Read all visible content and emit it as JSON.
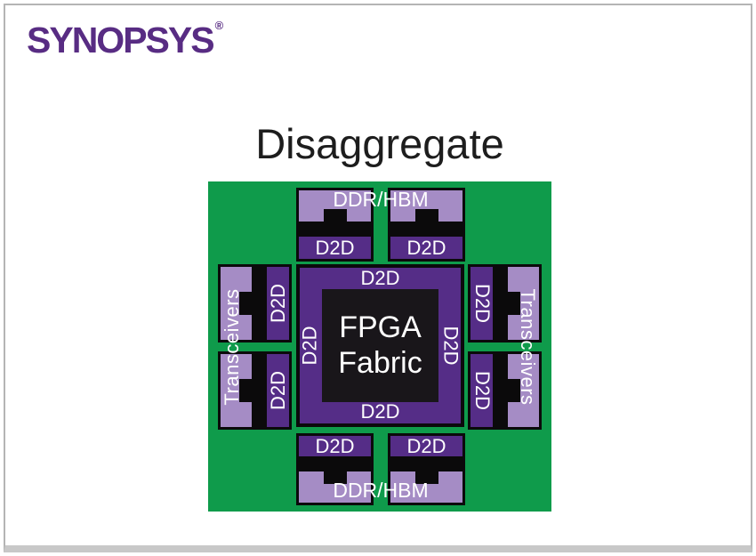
{
  "logo": {
    "text": "SYNOPSYS",
    "registered": "®"
  },
  "title": "Disaggregate",
  "colors": {
    "substrate_green": "#0f9b4b",
    "memory_light_purple": "#a58cc5",
    "d2d_dark_purple": "#552d87",
    "chip_black": "#19161a",
    "outline_black": "#0b0a0b",
    "logo_purple": "#582c83",
    "title_color": "#1d1d1d",
    "frame_gray": "#b5b5b5"
  },
  "diagram": {
    "center": {
      "core_label_line1": "FPGA",
      "core_label_line2": "Fabric",
      "ring_labels": {
        "top": "D2D",
        "bottom": "D2D",
        "left": "D2D",
        "right": "D2D"
      }
    },
    "top": {
      "memory_label": "DDR/HBM",
      "d2d_labels": [
        "D2D",
        "D2D"
      ]
    },
    "bottom": {
      "memory_label": "DDR/HBM",
      "d2d_labels": [
        "D2D",
        "D2D"
      ]
    },
    "left": {
      "label": "Transceivers",
      "d2d_labels": [
        "D2D",
        "D2D"
      ]
    },
    "right": {
      "label": "Transceivers",
      "d2d_labels": [
        "D2D",
        "D2D"
      ]
    }
  }
}
